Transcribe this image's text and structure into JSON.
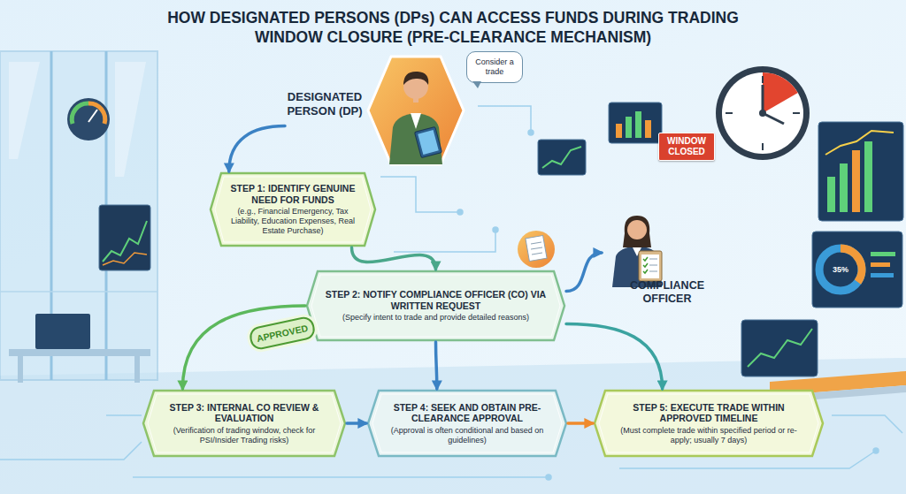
{
  "diagram": {
    "title": "HOW DESIGNATED PERSONS (DPs) CAN ACCESS FUNDS DURING TRADING WINDOW CLOSURE (PRE-CLEARANCE MECHANISM)",
    "nodes": [
      {
        "text": [
          "DESIGNATED PERSON (DP)"
        ]
      },
      {
        "text": [
          "Consider a trade"
        ]
      },
      {
        "text": [
          "STEP 1: IDENTIFY GENUINE NEED FOR FUNDS",
          "(e.g., Financial Emergency, Tax Liability, Education Expenses, Real Estate Purchase)"
        ]
      },
      {
        "text": [
          "STEP 2: NOTIFY COMPLIANCE OFFICER (CO) VIA WRITTEN REQUEST",
          "(Specify intent to trade and provide detailed reasons)"
        ]
      },
      {
        "text": [
          "COMPLIANCE OFFICER"
        ]
      },
      {
        "text": [
          "STEP 3: INTERNAL CO REVIEW & EVALUATION",
          "(Verification of trading window, check for PSI/Insider Trading risks)"
        ]
      },
      {
        "text": [
          "STEP 4: SEEK AND OBTAIN PRE-CLEARANCE APPROVAL",
          "(Approval is often conditional and based on guidelines)"
        ]
      },
      {
        "text": [
          "STEP 5: EXECUTE TRADE WITHIN APPROVED TIMELINE",
          "(Must complete trade within specified period or re-apply; usually 7 days)"
        ]
      }
    ],
    "edges": [
      {
        "from": 0,
        "to": 2,
        "arrow": "to"
      },
      {
        "from": 2,
        "to": 3,
        "arrow": "to"
      },
      {
        "from": 3,
        "to": 4,
        "arrow": "to"
      },
      {
        "from": 3,
        "to": 5,
        "arrow": "to"
      },
      {
        "from": 3,
        "to": 6,
        "arrow": "to"
      },
      {
        "from": 3,
        "to": 7,
        "arrow": "to"
      },
      {
        "from": 5,
        "to": 6,
        "arrow": "to"
      },
      {
        "from": 6,
        "to": 7,
        "arrow": "to"
      }
    ],
    "labels": [
      "WINDOW CLOSED",
      "APPROVED",
      "35%"
    ]
  }
}
